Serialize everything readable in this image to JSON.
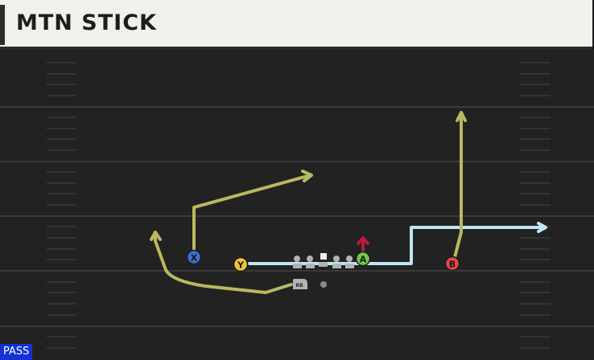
{
  "play": {
    "title": "MTN STICK",
    "type_badge": "PASS"
  },
  "colors": {
    "field": "#222222",
    "yard_line": "#3a3a3a",
    "route_yellow": "#b9b862",
    "route_blue": "#bfe6f4",
    "block_red": "#b51d3a",
    "lineman": "#b3b3b3",
    "x_player": "#3d6fd1",
    "y_player": "#f0c23a",
    "a_player": "#6cc84a",
    "b_player": "#e04848"
  },
  "players": [
    {
      "id": "x",
      "label": "X",
      "color": "#3d6fd1"
    },
    {
      "id": "y",
      "label": "Y",
      "color": "#f0c23a"
    },
    {
      "id": "a",
      "label": "A",
      "color": "#6cc84a"
    },
    {
      "id": "b",
      "label": "B",
      "color": "#e04848"
    },
    {
      "id": "rb",
      "label": "RB",
      "color": "#b3b3b3"
    }
  ]
}
